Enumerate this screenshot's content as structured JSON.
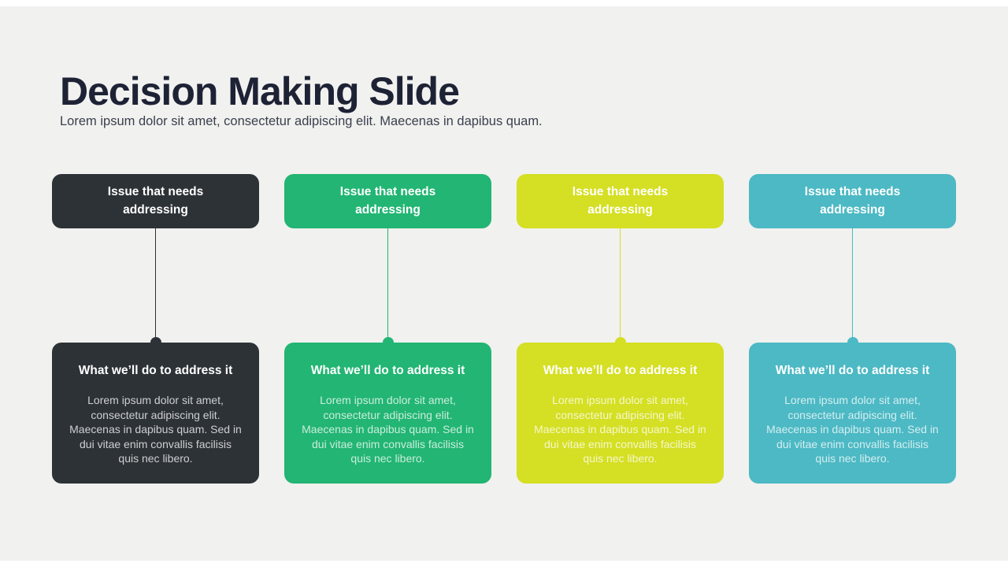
{
  "slide": {
    "title": "Decision Making Slide",
    "subtitle": "Lorem ipsum dolor sit amet, consectetur adipiscing elit. Maecenas in dapibus quam."
  },
  "colors": {
    "background": "#F1F1EF",
    "frame_bar": "#FFFFFF",
    "title_text": "#1E2235",
    "subtitle_text": "#3A3F4D",
    "charcoal": "#2D3237",
    "green": "#22B573",
    "lime": "#D5DF23",
    "teal": "#4CB9C4"
  },
  "columns": [
    {
      "color": "#2D3237",
      "header": "Issue that needs\naddressing",
      "body_title": "What we’ll do to address it",
      "body_text": "Lorem ipsum dolor sit amet,\nconsectetur adipiscing elit.\nMaecenas in dapibus quam. Sed in\ndui vitae enim convallis facilisis\nquis nec libero."
    },
    {
      "color": "#22B573",
      "header": "Issue that needs\naddressing",
      "body_title": "What we’ll do to address it",
      "body_text": "Lorem ipsum dolor sit amet,\nconsectetur adipiscing elit.\nMaecenas in dapibus quam. Sed in\ndui vitae enim convallis facilisis\nquis nec libero."
    },
    {
      "color": "#D5DF23",
      "header": "Issue that needs\naddressing",
      "body_title": "What we’ll do to address it",
      "body_text": "Lorem ipsum dolor sit amet,\nconsectetur adipiscing elit.\nMaecenas in dapibus quam. Sed in\ndui vitae enim convallis facilisis\nquis nec libero."
    },
    {
      "color": "#4CB9C4",
      "header": "Issue that needs\naddressing",
      "body_title": "What we’ll do to address it",
      "body_text": "Lorem ipsum dolor sit amet,\nconsectetur adipiscing elit.\nMaecenas in dapibus quam. Sed in\ndui vitae enim convallis facilisis\nquis nec libero."
    }
  ]
}
